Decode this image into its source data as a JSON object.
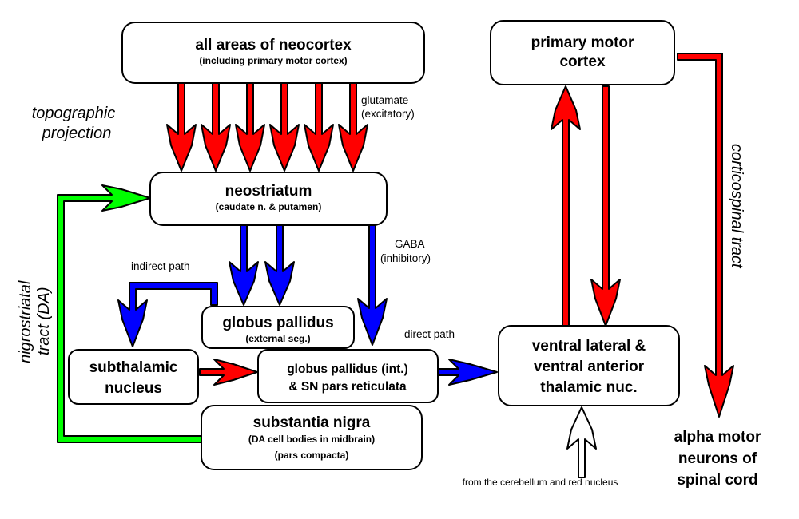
{
  "colors": {
    "excitatory": "#ff0000",
    "inhibitory": "#0000ff",
    "dopamine": "#00ff00",
    "external": "#ffffff"
  },
  "nodes": {
    "neocortex": {
      "title": "all areas of neocortex",
      "subtitle": "(including primary motor cortex)"
    },
    "motor_cortex": {
      "line1": "primary motor",
      "line2": "cortex"
    },
    "neostriatum": {
      "title": "neostriatum",
      "subtitle": "(caudate n. & putamen)"
    },
    "gp_external": {
      "title": "globus pallidus",
      "subtitle": "(external seg.)"
    },
    "subthalamic": {
      "line1": "subthalamic",
      "line2": "nucleus"
    },
    "gp_internal": {
      "line1": "globus pallidus (int.)",
      "line2": "& SN pars reticulata"
    },
    "thalamus": {
      "line1": "ventral lateral &",
      "line2": "ventral anterior",
      "line3": "thalamic nuc."
    },
    "substantia_nigra": {
      "title": "substantia nigra",
      "subtitle1": "(DA cell bodies in midbrain)",
      "subtitle2": "(pars compacta)"
    },
    "spinal_cord": {
      "line1": "alpha motor",
      "line2": "neurons of",
      "line3": "spinal cord"
    }
  },
  "labels": {
    "topographic_line1": "topographic",
    "topographic_line2": "projection",
    "glutamate_line1": "glutamate",
    "glutamate_line2": "(excitatory)",
    "gaba_line1": "GABA",
    "gaba_line2": "(inhibitory)",
    "indirect_path": "indirect path",
    "direct_path": "direct path",
    "nigrostriatal_line1": "nigrostriatal",
    "nigrostriatal_line2": "tract (DA)",
    "corticospinal": "corticospinal tract",
    "cerebellum": "from the cerebellum and red nucleus"
  }
}
